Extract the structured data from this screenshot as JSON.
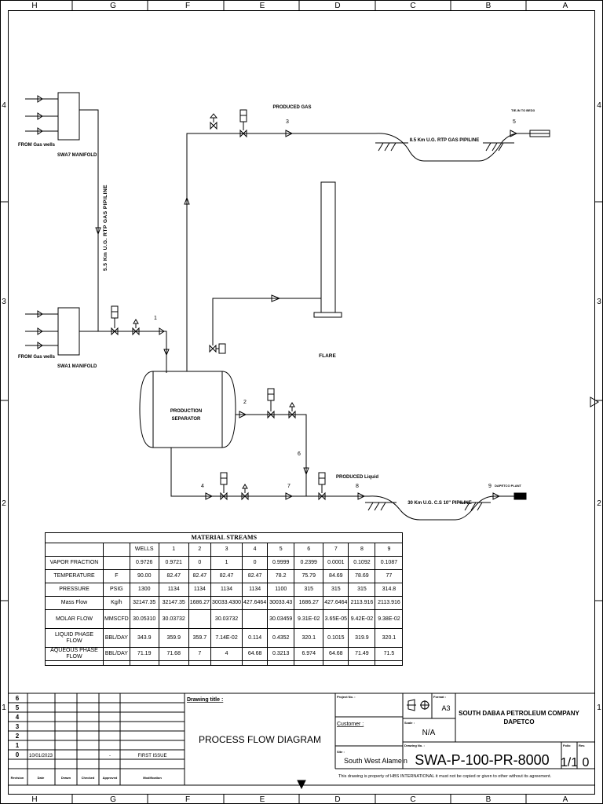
{
  "frame": {
    "columns": [
      "H",
      "G",
      "F",
      "E",
      "D",
      "C",
      "B",
      "A"
    ],
    "rows": [
      "4",
      "3",
      "2",
      "1"
    ]
  },
  "diagram": {
    "from_gas_wells_top": "FROM Gas wells",
    "swa7_manifold": "SWA7 MANIFOLD",
    "from_gas_wells_bottom": "FROM Gas wells",
    "swa1_manifold": "SWA1 MANIFOLD",
    "rtp_pipeline_55": "5.5 Km U.G. RTP GAS PIPILINE",
    "produced_gas": "PRODUCED GAS",
    "rtp_pipeline_85": "8.5  Km U.G. RTP GAS PIPILINE",
    "tie_in": "TIE-IN TO BED3",
    "flare": "FLARE",
    "separator_line1": "PRODUCTION",
    "separator_line2": "SEPARATOR",
    "produced_liquid": "PRODUCED Liquid",
    "cs_pipeline": "30  Km U.G. C.S 10\" PIPILINE",
    "dapetco_plant": "DAPETCO PLANT",
    "stream_numbers": [
      "1",
      "2",
      "3",
      "4",
      "5",
      "6",
      "7",
      "8",
      "9"
    ]
  },
  "material_streams": {
    "title": "MATERIAL STREAMS",
    "columns": [
      "WELLS",
      "1",
      "2",
      "3",
      "4",
      "5",
      "6",
      "7",
      "8",
      "9"
    ],
    "rows": [
      {
        "label": "VAPOR FRACTION",
        "unit": "",
        "values": [
          "0.9726",
          "0.9721",
          "0",
          "1",
          "0",
          "0.9999",
          "0.2399",
          "0.0001",
          "0.1092",
          "0.1087"
        ]
      },
      {
        "label": "TEMPERATURE",
        "unit": "F",
        "values": [
          "90.00",
          "82.47",
          "82.47",
          "82.47",
          "82.47",
          "78.2",
          "75.79",
          "84.69",
          "78.69",
          "77"
        ]
      },
      {
        "label": "PRESSURE",
        "unit": "PSIG",
        "values": [
          "1300",
          "1134",
          "1134",
          "1134",
          "1134",
          "1100",
          "315",
          "315",
          "315",
          "314.8"
        ]
      },
      {
        "label": "Mass Flow",
        "unit": "Kg/h",
        "values": [
          "32147.35",
          "32147.35",
          "1686.27",
          "30033.4300",
          "427.6464",
          "30033.43",
          "1686.27",
          "427.6464",
          "2113.916",
          "2113.916"
        ]
      },
      {
        "label": "MOLAR FLOW",
        "unit": "MMSCFD",
        "values": [
          "30.05310",
          "30.03732",
          "",
          "30.03732",
          "",
          "30.03459",
          "9.31E-02",
          "3.65E-05",
          "9.42E-02",
          "9.38E-02"
        ]
      },
      {
        "label": "LIQUID PHASE FLOW",
        "unit": "BBL/DAY",
        "values": [
          "343.9",
          "359.9",
          "359.7",
          "7.14E-02",
          "0.114",
          "0.4352",
          "320.1",
          "0.1015",
          "319.9",
          "320.1"
        ]
      },
      {
        "label": "AQUEOUS PHASE FLOW",
        "unit": "BBL/DAY",
        "values": [
          "71.19",
          "71.68",
          "7",
          "4",
          "64.68",
          "0.3213",
          "6.974",
          "64.68",
          "71.49",
          "71.5"
        ]
      }
    ]
  },
  "title_block": {
    "revisions": [
      {
        "rev": "6",
        "date": "",
        "drawn": "",
        "checked": "",
        "approved": "",
        "modification": ""
      },
      {
        "rev": "5",
        "date": "",
        "drawn": "",
        "checked": "",
        "approved": "",
        "modification": ""
      },
      {
        "rev": "4",
        "date": "",
        "drawn": "",
        "checked": "",
        "approved": "",
        "modification": ""
      },
      {
        "rev": "3",
        "date": "",
        "drawn": "",
        "checked": "",
        "approved": "",
        "modification": ""
      },
      {
        "rev": "2",
        "date": "",
        "drawn": "",
        "checked": "",
        "approved": "",
        "modification": ""
      },
      {
        "rev": "1",
        "date": "",
        "drawn": "",
        "checked": "",
        "approved": "",
        "modification": ""
      },
      {
        "rev": "0",
        "date": "10/01/2023",
        "drawn": "",
        "checked": "",
        "approved": "-",
        "modification": "FIRST ISSUE"
      }
    ],
    "revision_headers": {
      "rev": "Revision",
      "date": "Date",
      "drawn": "Drawn",
      "checked": "Checked",
      "approved": "Approved",
      "modification": "Modification"
    },
    "drawing_title_label": "Drawing title :",
    "drawing_title": "PROCESS FLOW DIAGRAM",
    "project_no_label": "Project No. :",
    "customer_label": "Customer :",
    "site_label": "Site :",
    "site": "South West Alamein",
    "format_label": "Format :",
    "format": "A3",
    "scale_label": "Scale :",
    "scale": "N/A",
    "drawing_no_label": "Drawing No. :",
    "drawing_no": "SWA-P-100-PR-8000",
    "folio_label": "Folio",
    "folio": "1/1",
    "rev_label": "Rev.",
    "rev": "0",
    "company_line1": "SOUTH DABAA PETROLEUM COMPANY",
    "company_line2": "DAPETCO",
    "notice": "This drawing is property of HBS INTERNATIONAL it must not be copied or given to other without its agreement."
  }
}
